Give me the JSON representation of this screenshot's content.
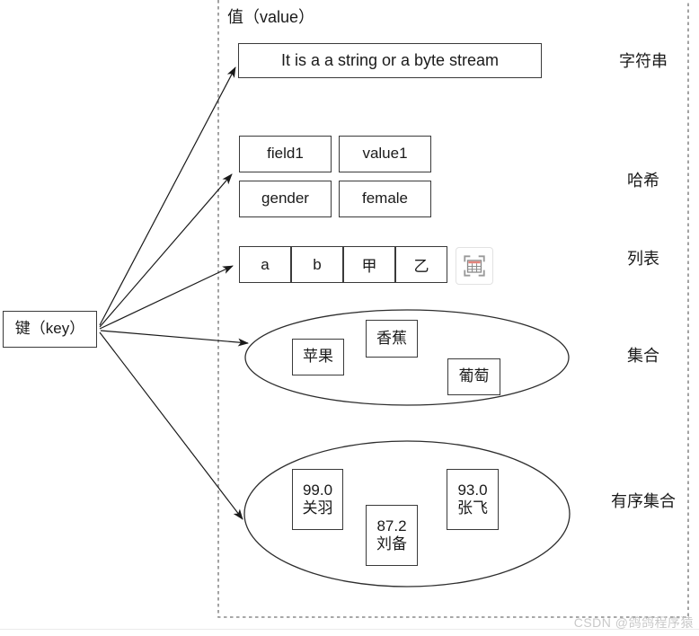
{
  "diagram": {
    "key_label": "键（key）",
    "value_title": "值（value）",
    "string": {
      "content": "It is a a string or a byte stream",
      "type_label": "字符串"
    },
    "hash": {
      "rows": [
        [
          "field1",
          "value1"
        ],
        [
          "gender",
          "female"
        ]
      ],
      "type_label": "哈希"
    },
    "list": {
      "cells": [
        "a",
        "b",
        "甲",
        "乙"
      ],
      "type_label": "列表",
      "icon": "table-select-icon"
    },
    "set": {
      "items": [
        "苹果",
        "香蕉",
        "葡萄"
      ],
      "type_label": "集合"
    },
    "zset": {
      "items": [
        {
          "score": "99.0",
          "member": "关羽"
        },
        {
          "score": "87.2",
          "member": "刘备"
        },
        {
          "score": "93.0",
          "member": "张飞"
        }
      ],
      "type_label": "有序集合"
    }
  },
  "watermark": "CSDN @鸽鸽程序猿",
  "colors": {
    "line": "#1a1a1a",
    "box_border": "#3a3a3a",
    "dashed_border": "#8c8c8c",
    "icon_bracket": "#9a9a9a",
    "icon_grid": "#8a8a8a",
    "icon_header": "#e4837b",
    "watermark": "#c9c9c9"
  }
}
